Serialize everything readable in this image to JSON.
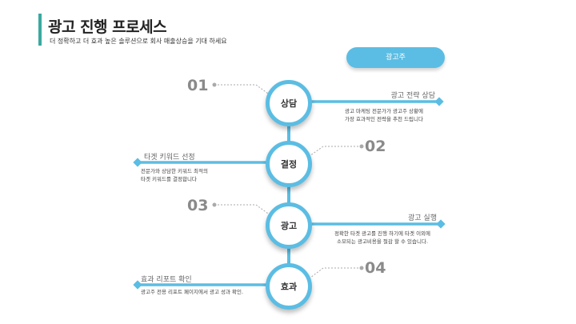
{
  "header": {
    "title": "광고 진행 프로세스",
    "subtitle": "더 정확하고 더 효과 높은 솔루션으로 회사 매출상승을 기대 하세요"
  },
  "advertiser_label": "광고주",
  "colors": {
    "accent": "#5bbde3",
    "title_bar": "#3aa99f",
    "number": "#8a8a8a"
  },
  "steps": [
    {
      "number": "01",
      "name": "상담",
      "heading": "광고 전략 상담",
      "desc_lines": [
        "광고 마케팅 전문가가 광고주 상황에",
        "가장 효과적인 전략을 추천 드립니다"
      ]
    },
    {
      "number": "02",
      "name": "결정",
      "heading": "타겟 키워드 선정",
      "desc_lines": [
        "전문가와 상담한 키워드 최적의",
        "타겟 키워드를 결정합니다"
      ]
    },
    {
      "number": "03",
      "name": "광고",
      "heading": "광고 실행",
      "desc_lines": [
        "정확한 타겟 광고를 진행 하기에 타겟 이외에",
        "소모되는 광고비용을 절감 할 수 있습니다."
      ]
    },
    {
      "number": "04",
      "name": "효과",
      "heading": "효과 리포트 확인",
      "desc_lines": [
        "광고주 전용 리포트 페이지에서 광고 성과 확인."
      ]
    }
  ]
}
